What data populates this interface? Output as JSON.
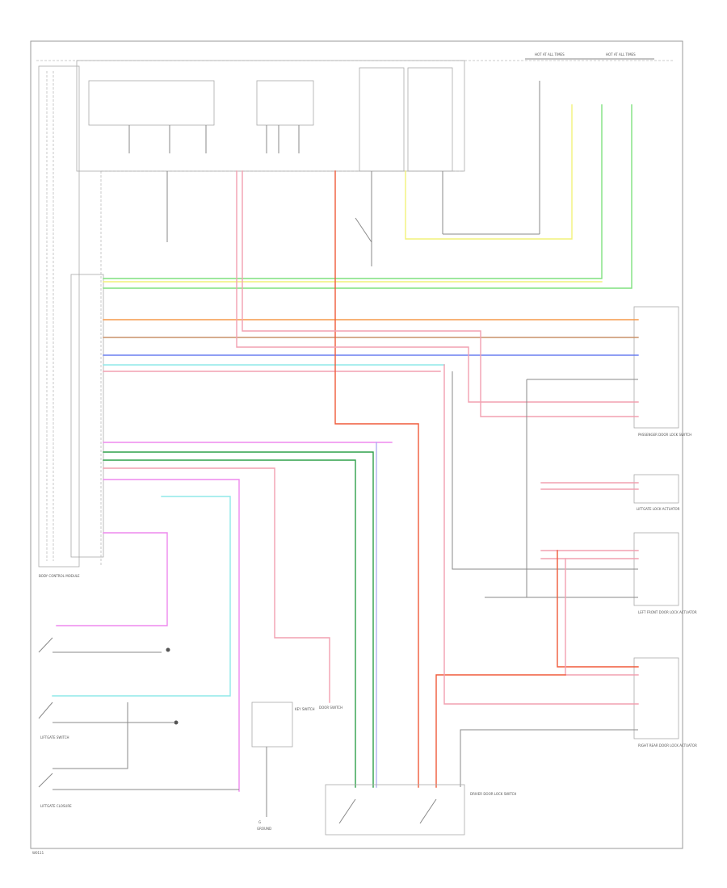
{
  "labels": {
    "hot_at_all_times": "HOT AT ALL TIMES",
    "mem_module": "BODY CONTROL MODULE",
    "pass_switch": "PASSENGER DOOR LOCK SWITCH",
    "liftgate_lock": "LIFTGATE LOCK ACTUATOR",
    "lf_door": "LEFT FRONT DOOR LOCK ACTUATOR",
    "rr_door": "RIGHT REAR DOOR LOCK ACTUATOR",
    "driver_switch": "DRIVER DOOR LOCK SWITCH",
    "g": "G",
    "door_switch": "DOOR SWITCH",
    "liftgate_switch": "LIFTGATE SWITCH",
    "liftgate_closure": "LIFTGATE CLOSURE",
    "key_switch": "KEY SWITCH",
    "ground": "GROUND",
    "footer": "W0111"
  },
  "colors": {
    "gray": "#8a8a8a",
    "yellow": "#f2f27a",
    "green": "#7fe07f",
    "orange": "#f59a4a",
    "brown": "#c8926a",
    "blue": "#6a7ef0",
    "cyan": "#8fe8e8",
    "pink": "#f2a0b0",
    "magenta": "#ee88ee",
    "red": "#f05a3a",
    "dkgreen": "#2fa04a",
    "violet": "#b0b0f0"
  }
}
